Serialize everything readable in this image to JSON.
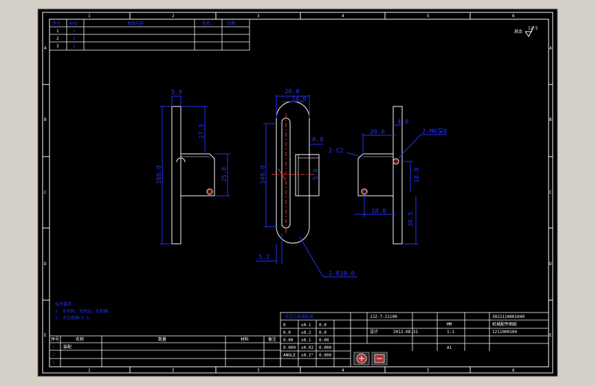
{
  "sheet": {
    "grid_columns_top": [
      "1",
      "2",
      "3",
      "4",
      "5",
      "6"
    ],
    "grid_columns_bottom": [
      "1",
      "2",
      "3",
      "4",
      "5",
      "6"
    ],
    "grid_rows_left": [
      "A",
      "B",
      "C",
      "D",
      "E"
    ],
    "grid_rows_right": [
      "A",
      "B",
      "C",
      "D",
      "E"
    ]
  },
  "revision_table": {
    "headers": [
      "序号",
      "标记",
      "更改内容",
      "签名",
      "日期"
    ],
    "rows": [
      {
        "no": "1",
        "mark": "1"
      },
      {
        "no": "2",
        "mark": "2"
      },
      {
        "no": "3",
        "mark": "3"
      }
    ]
  },
  "roughness": {
    "label": "其余",
    "value": "12.5"
  },
  "dimensions": {
    "view1": {
      "d1": "5.0",
      "d2": "27.5",
      "d3": "180.0",
      "d4": "25.0"
    },
    "view2": {
      "d1": "20.0",
      "d2": "14.0",
      "d3": "8.0",
      "d4": "140.0",
      "d5": "5.0",
      "d6": "5.2",
      "d7": "2-R10.0"
    },
    "view3": {
      "d1": "4.0",
      "d2": "20.0",
      "d3": "2-M6深8",
      "d4": "2-C2",
      "d5": "18.0",
      "d6": "18.0",
      "d7": "30.5"
    }
  },
  "notes": {
    "title": "技术要求",
    "line1": "1. 去毛刺、无锐边、无划痕。",
    "line2": "2. 未注倒角C0.5。"
  },
  "bom": {
    "headers": [
      "序号",
      "名称",
      "数量",
      "材料",
      "备注"
    ],
    "rows": [
      {
        "no": "1",
        "name": "装配"
      },
      {
        "no": "2",
        "name": ""
      },
      {
        "no": "3",
        "name": ""
      }
    ]
  },
  "title_block": {
    "tolerance_header": "未注公差按标准",
    "drawing_no": "JJZ-T-21100",
    "tol_rows": [
      {
        "range": "0",
        "v1": "±0.1",
        "v2": "0.0"
      },
      {
        "range": "0.0",
        "v1": "±0.2",
        "v2": "0.0"
      },
      {
        "range": "0.00",
        "v1": "±0.1",
        "v2": "0.00"
      },
      {
        "range": "0.000",
        "v1": "±0.02",
        "v2": "0.000"
      },
      {
        "range": "ANGLE",
        "v1": "±0.2°",
        "v2": "0.000"
      }
    ],
    "date": "2012.08.31",
    "material": "MM",
    "scale": "1:1",
    "sheet_size": "A1",
    "part_no_top": "3022110001040",
    "part_name": "机械配件图纸",
    "part_no_bottom": "1211000104",
    "designer": "设计"
  }
}
